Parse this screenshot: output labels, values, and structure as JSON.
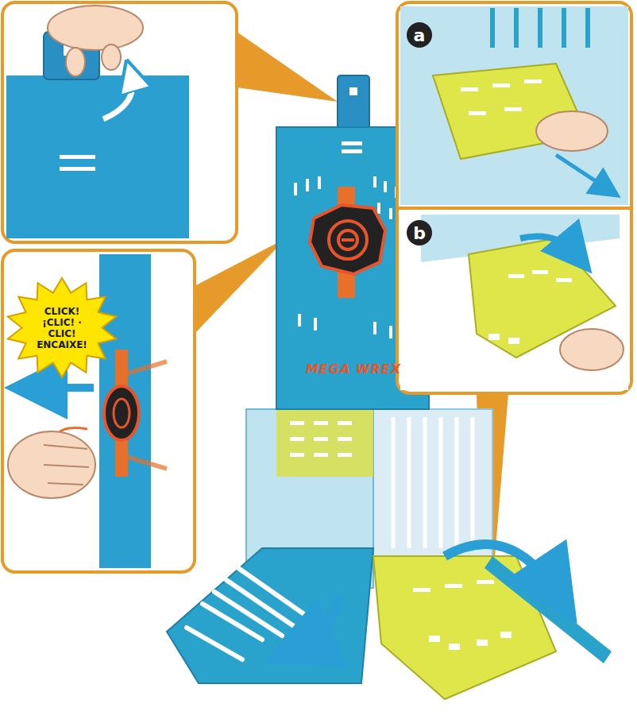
{
  "diagram": {
    "nodes": [
      {
        "text": [
          "CLICK! ¡CLIC! · CLIC! ENCAIXE!"
        ]
      },
      {
        "text": [
          "a"
        ]
      },
      {
        "text": [
          "b"
        ]
      }
    ],
    "labels": [
      "MEGA WREX"
    ]
  }
}
